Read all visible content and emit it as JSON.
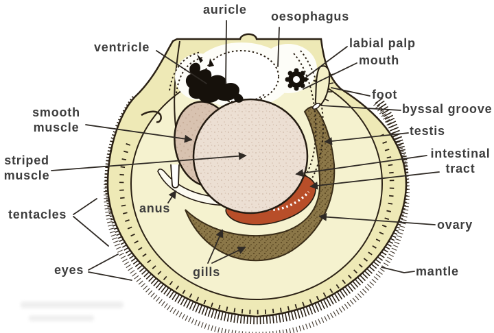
{
  "labels": {
    "auricle": "auricle",
    "oesophagus": "oesophagus",
    "ventricle": "ventricle",
    "labial_palp": "labial palp",
    "mouth": "mouth",
    "foot": "foot",
    "byssal_groove": "byssal groove",
    "smooth_muscle": "smooth muscle",
    "testis": "testis",
    "striped_muscle": "striped muscle",
    "intestinal_tract": "intestinal tract",
    "anus": "anus",
    "tentacles": "tentacles",
    "ovary": "ovary",
    "eyes": "eyes",
    "gills": "gills",
    "mantle": "mantle"
  },
  "colors": {
    "background": "#ffffff",
    "shell_band": "#eee9b6",
    "body_fill": "#f5f2cf",
    "outline": "#2b2115",
    "leader_line": "#2f2a25",
    "adductor_muscle": "#ecdfd3",
    "smooth_muscle": "#d8c2b0",
    "gills_testis": "#8b7748",
    "ovary": "#b84e29",
    "heart": "#16110b",
    "label_text": "#3d3d3d"
  }
}
